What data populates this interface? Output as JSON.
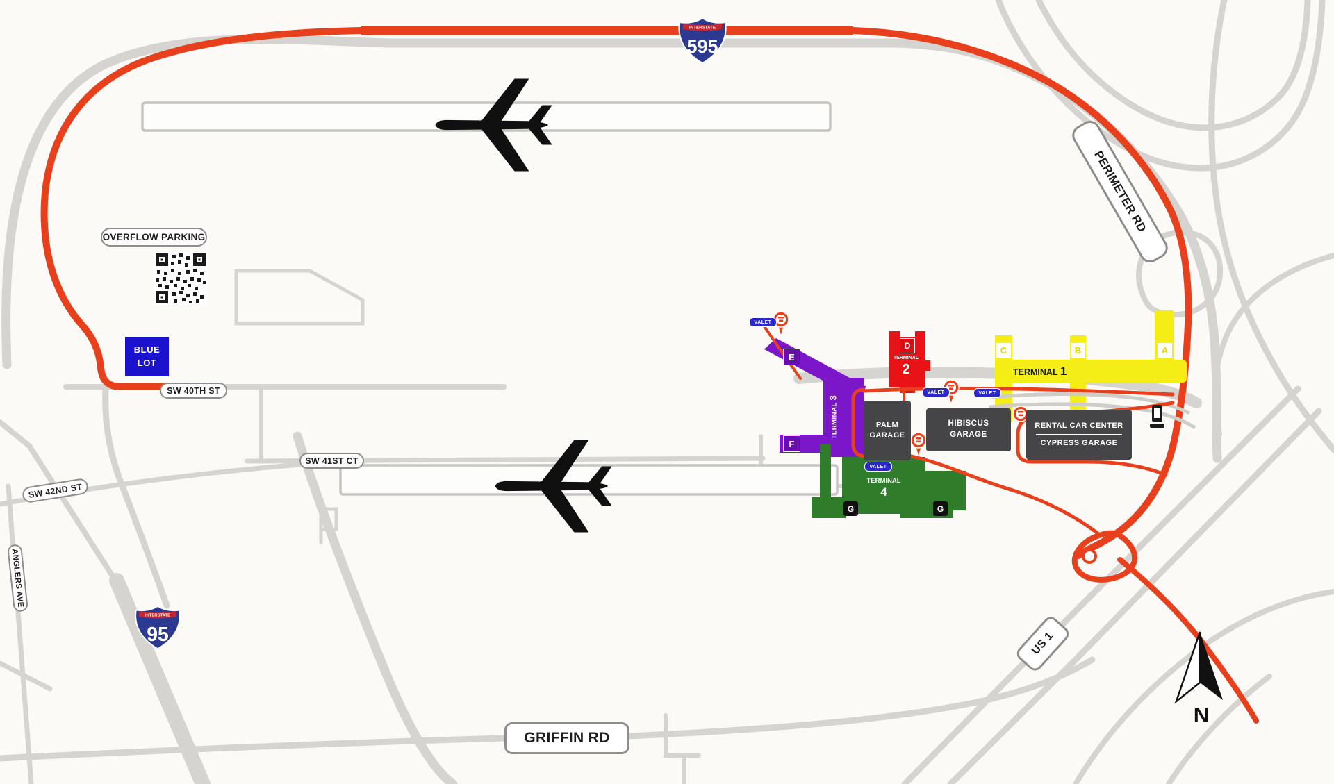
{
  "colors": {
    "route_red": "#E8401C",
    "road_gray": "#D6D4D1",
    "terminal1_yellow": "#F5EE16",
    "terminal2_red": "#E81217",
    "terminal3_purple": "#7B16C9",
    "terminal4_green": "#2F7D2B",
    "garage_gray": "#454547",
    "blue_lot_blue": "#1B12CE",
    "valet_blue": "#2B28C8",
    "interstate_shield_blue": "#2B3990",
    "interstate_shield_red": "#C1272D"
  },
  "highways": {
    "i595": {
      "banner": "INTERSTATE",
      "number": "595"
    },
    "i95": {
      "banner": "INTERSTATE",
      "number": "95"
    },
    "us1": {
      "label": "US 1"
    },
    "perimeter_rd": {
      "label": "PERIMETER RD"
    },
    "griffin_rd": {
      "label": "GRIFFIN RD"
    }
  },
  "streets": {
    "sw40": {
      "label": "SW 40TH ST"
    },
    "sw41": {
      "label": "SW 41ST CT"
    },
    "sw42": {
      "label": "SW 42ND ST"
    },
    "anglers": {
      "label": "ANGLERS AVE"
    }
  },
  "parking": {
    "overflow": {
      "label": "OVERFLOW PARKING"
    },
    "blue_lot": {
      "line1": "BLUE",
      "line2": "LOT"
    },
    "palm": {
      "line1": "PALM",
      "line2": "GARAGE"
    },
    "hibiscus": {
      "line1": "HIBISCUS",
      "line2": "GARAGE"
    },
    "rental_car_center": {
      "line1": "RENTAL CAR CENTER",
      "line2": "CYPRESS GARAGE"
    },
    "valet": {
      "label": "VALET"
    }
  },
  "terminals": {
    "t1": {
      "label": "TERMINAL",
      "number": "1",
      "concourses": [
        "C",
        "B",
        "A"
      ]
    },
    "t2": {
      "label": "TERMINAL",
      "number": "2",
      "concourse": "D"
    },
    "t3": {
      "label": "TERMINAL",
      "number": "3",
      "concourses": [
        "E",
        "F"
      ]
    },
    "t4": {
      "label": "TERMINAL",
      "number": "4",
      "concourses": [
        "G",
        "G"
      ]
    }
  },
  "compass": {
    "north_label": "N"
  }
}
